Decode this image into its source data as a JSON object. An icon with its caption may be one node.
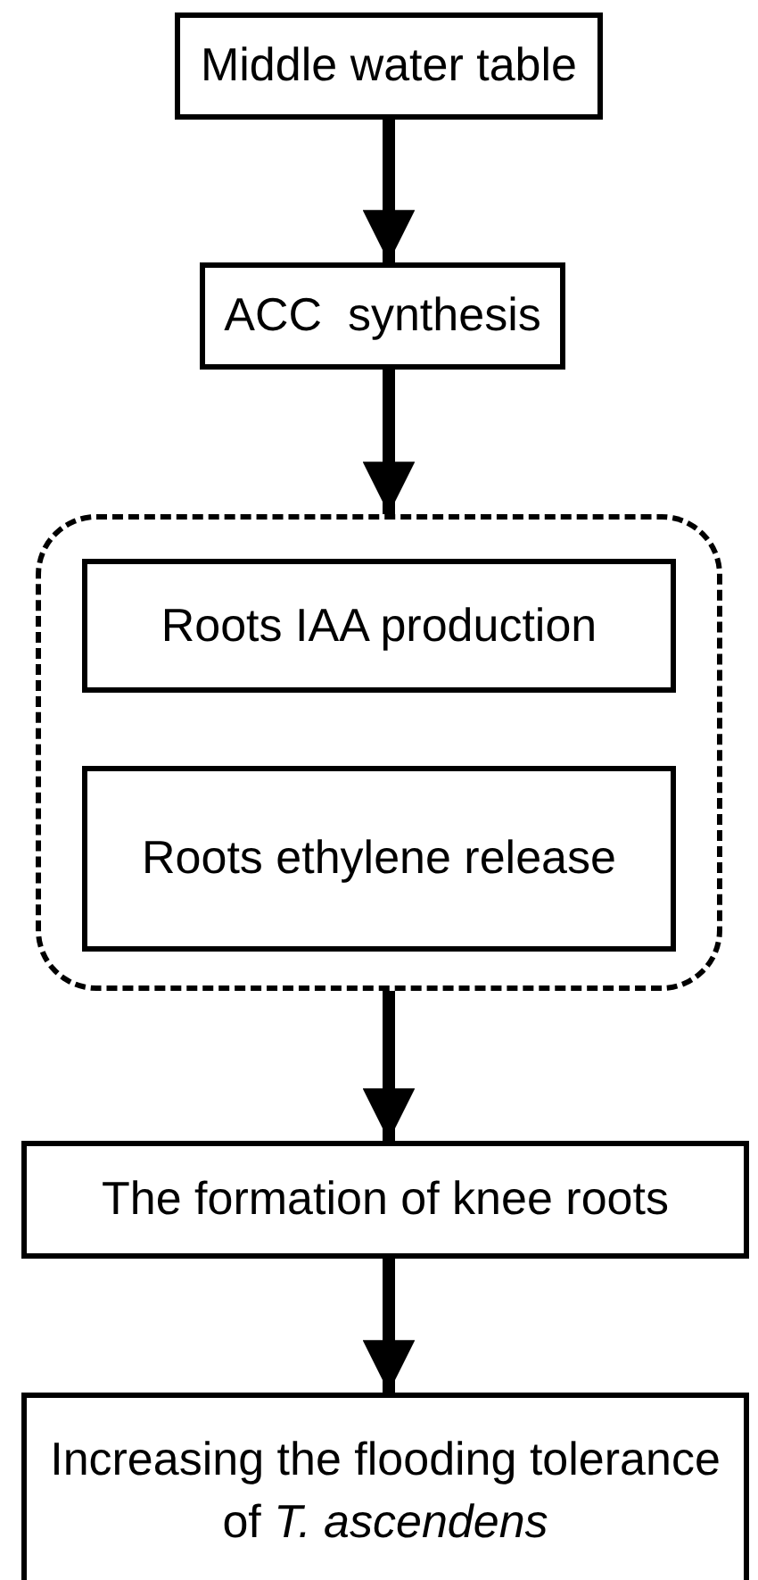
{
  "diagram": {
    "nodes": [
      {
        "text": [
          "Middle water table"
        ]
      },
      {
        "text": [
          "ACC  synthesis"
        ]
      },
      {
        "text": [],
        "shape": "box"
      },
      {
        "text": [
          "Roots IAA production"
        ],
        "in": 2
      },
      {
        "text": [
          "Roots ethylene release"
        ],
        "in": 2
      },
      {
        "text": [
          "The formation of knee roots"
        ]
      },
      {
        "text": [
          "Increasing the flooding tolerance of *T. ascendens*"
        ]
      }
    ],
    "edges": [
      {
        "from": 0,
        "to": 1,
        "arrow": "to"
      },
      {
        "from": 1,
        "to": 2,
        "arrow": "to"
      },
      {
        "from": 2,
        "to": 5,
        "arrow": "to"
      },
      {
        "from": 5,
        "to": 6,
        "arrow": "to"
      }
    ]
  }
}
